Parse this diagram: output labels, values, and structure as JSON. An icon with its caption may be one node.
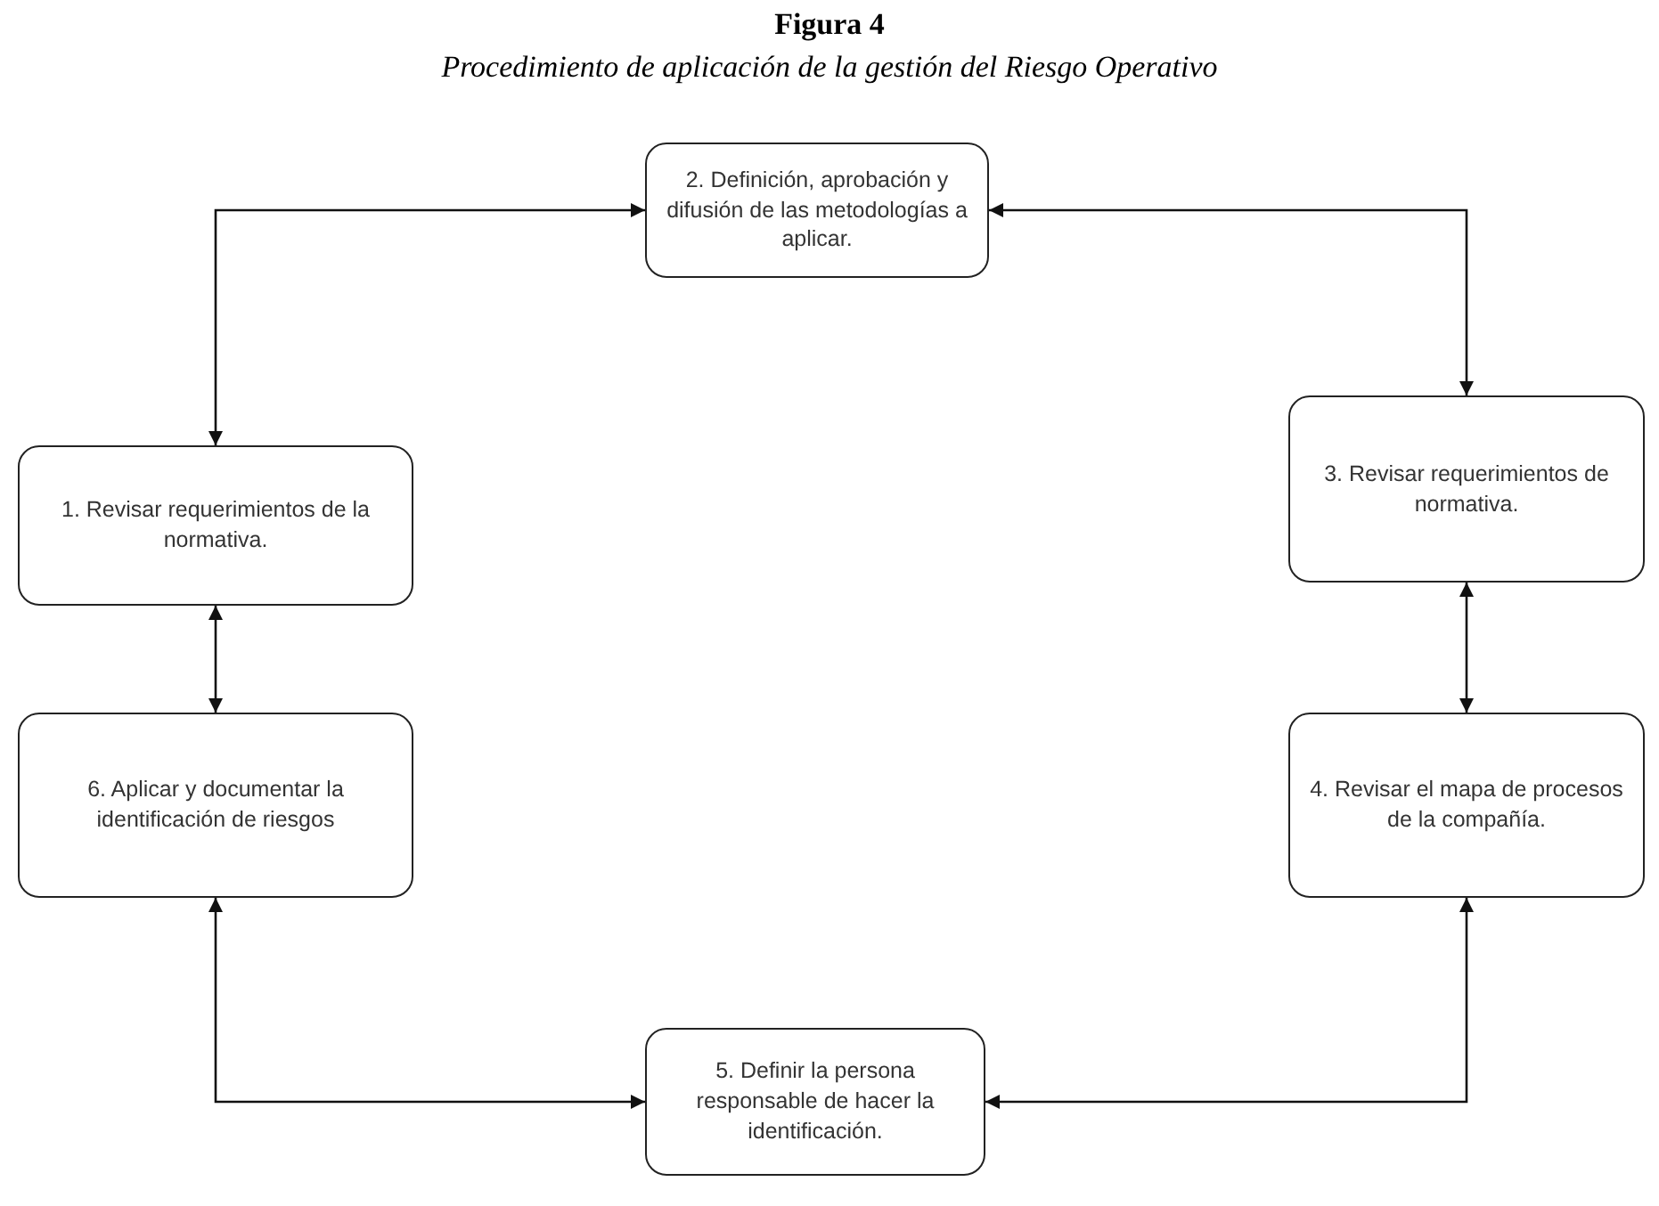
{
  "diagram": {
    "title": "Figura 4",
    "caption": "Procedimiento de aplicación de la gestión del Riesgo Operativo",
    "nodes": [
      {
        "text": [
          "1. Revisar requerimientos de la normativa."
        ]
      },
      {
        "text": [
          "2. Definición, aprobación y difusión de las metodologías a aplicar."
        ]
      },
      {
        "text": [
          "3. Revisar requerimientos de normativa."
        ]
      },
      {
        "text": [
          "4. Revisar el mapa de procesos de la compañía."
        ]
      },
      {
        "text": [
          "5. Definir la persona responsable de hacer la identificación."
        ]
      },
      {
        "text": [
          "6. Aplicar y documentar la identificación de riesgos"
        ]
      }
    ],
    "edges": [
      {
        "from": 0,
        "to": 1,
        "arrow": "both"
      },
      {
        "from": 1,
        "to": 2,
        "arrow": "both"
      },
      {
        "from": 2,
        "to": 3,
        "arrow": "both"
      },
      {
        "from": 3,
        "to": 4,
        "arrow": "both"
      },
      {
        "from": 4,
        "to": 5,
        "arrow": "both"
      },
      {
        "from": 5,
        "to": 0,
        "arrow": "both"
      }
    ]
  }
}
